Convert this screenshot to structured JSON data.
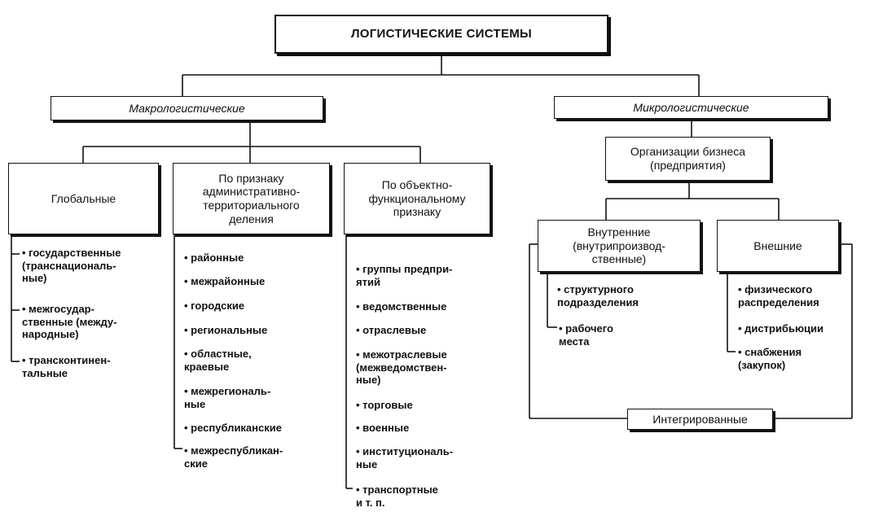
{
  "title": "ЛОГИСТИЧЕСКИЕ СИСТЕМЫ",
  "macro": {
    "label": "Макрологистические",
    "columns": [
      {
        "header": "Глобальные",
        "items": [
          "• государственные\n(транснациональ-\nные)",
          "• межгосудар-\nственные (между-\nнародные)",
          "• трансконтинен-\nтальные"
        ]
      },
      {
        "header": "По признаку\nадминистративно-\nтерриториального\nделения",
        "items": [
          "• районные",
          "• межрайонные",
          "• городские",
          "• региональные",
          "• областные,\nкраевые",
          "• межрегиональ-\nные",
          "• республиканские",
          "• межреспубликан-\nские"
        ]
      },
      {
        "header": "По объектно-\nфункциональному\nпризнаку",
        "items": [
          "• группы предпри-\nятий",
          "• ведомственные",
          "• отраслевые",
          "• межотраслевые\n(межведомствен-\nные)",
          "• торговые",
          "• военные",
          "• институциональ-\nные",
          "• транспортные\nи т. п."
        ]
      }
    ]
  },
  "micro": {
    "label": "Микрологистические",
    "business": "Организации бизнеса\n(предприятия)",
    "internal": {
      "header": "Внутренние\n(внутрипроизвод-\nственные)",
      "items": [
        "• структурного\nподразделения",
        "• рабочего\nместа"
      ]
    },
    "external": {
      "header": "Внешние",
      "items": [
        "• физического\nраспределения",
        "• дистрибьюции",
        "• снабжения\n(закупок)"
      ]
    },
    "integrated": "Интегрированные"
  }
}
